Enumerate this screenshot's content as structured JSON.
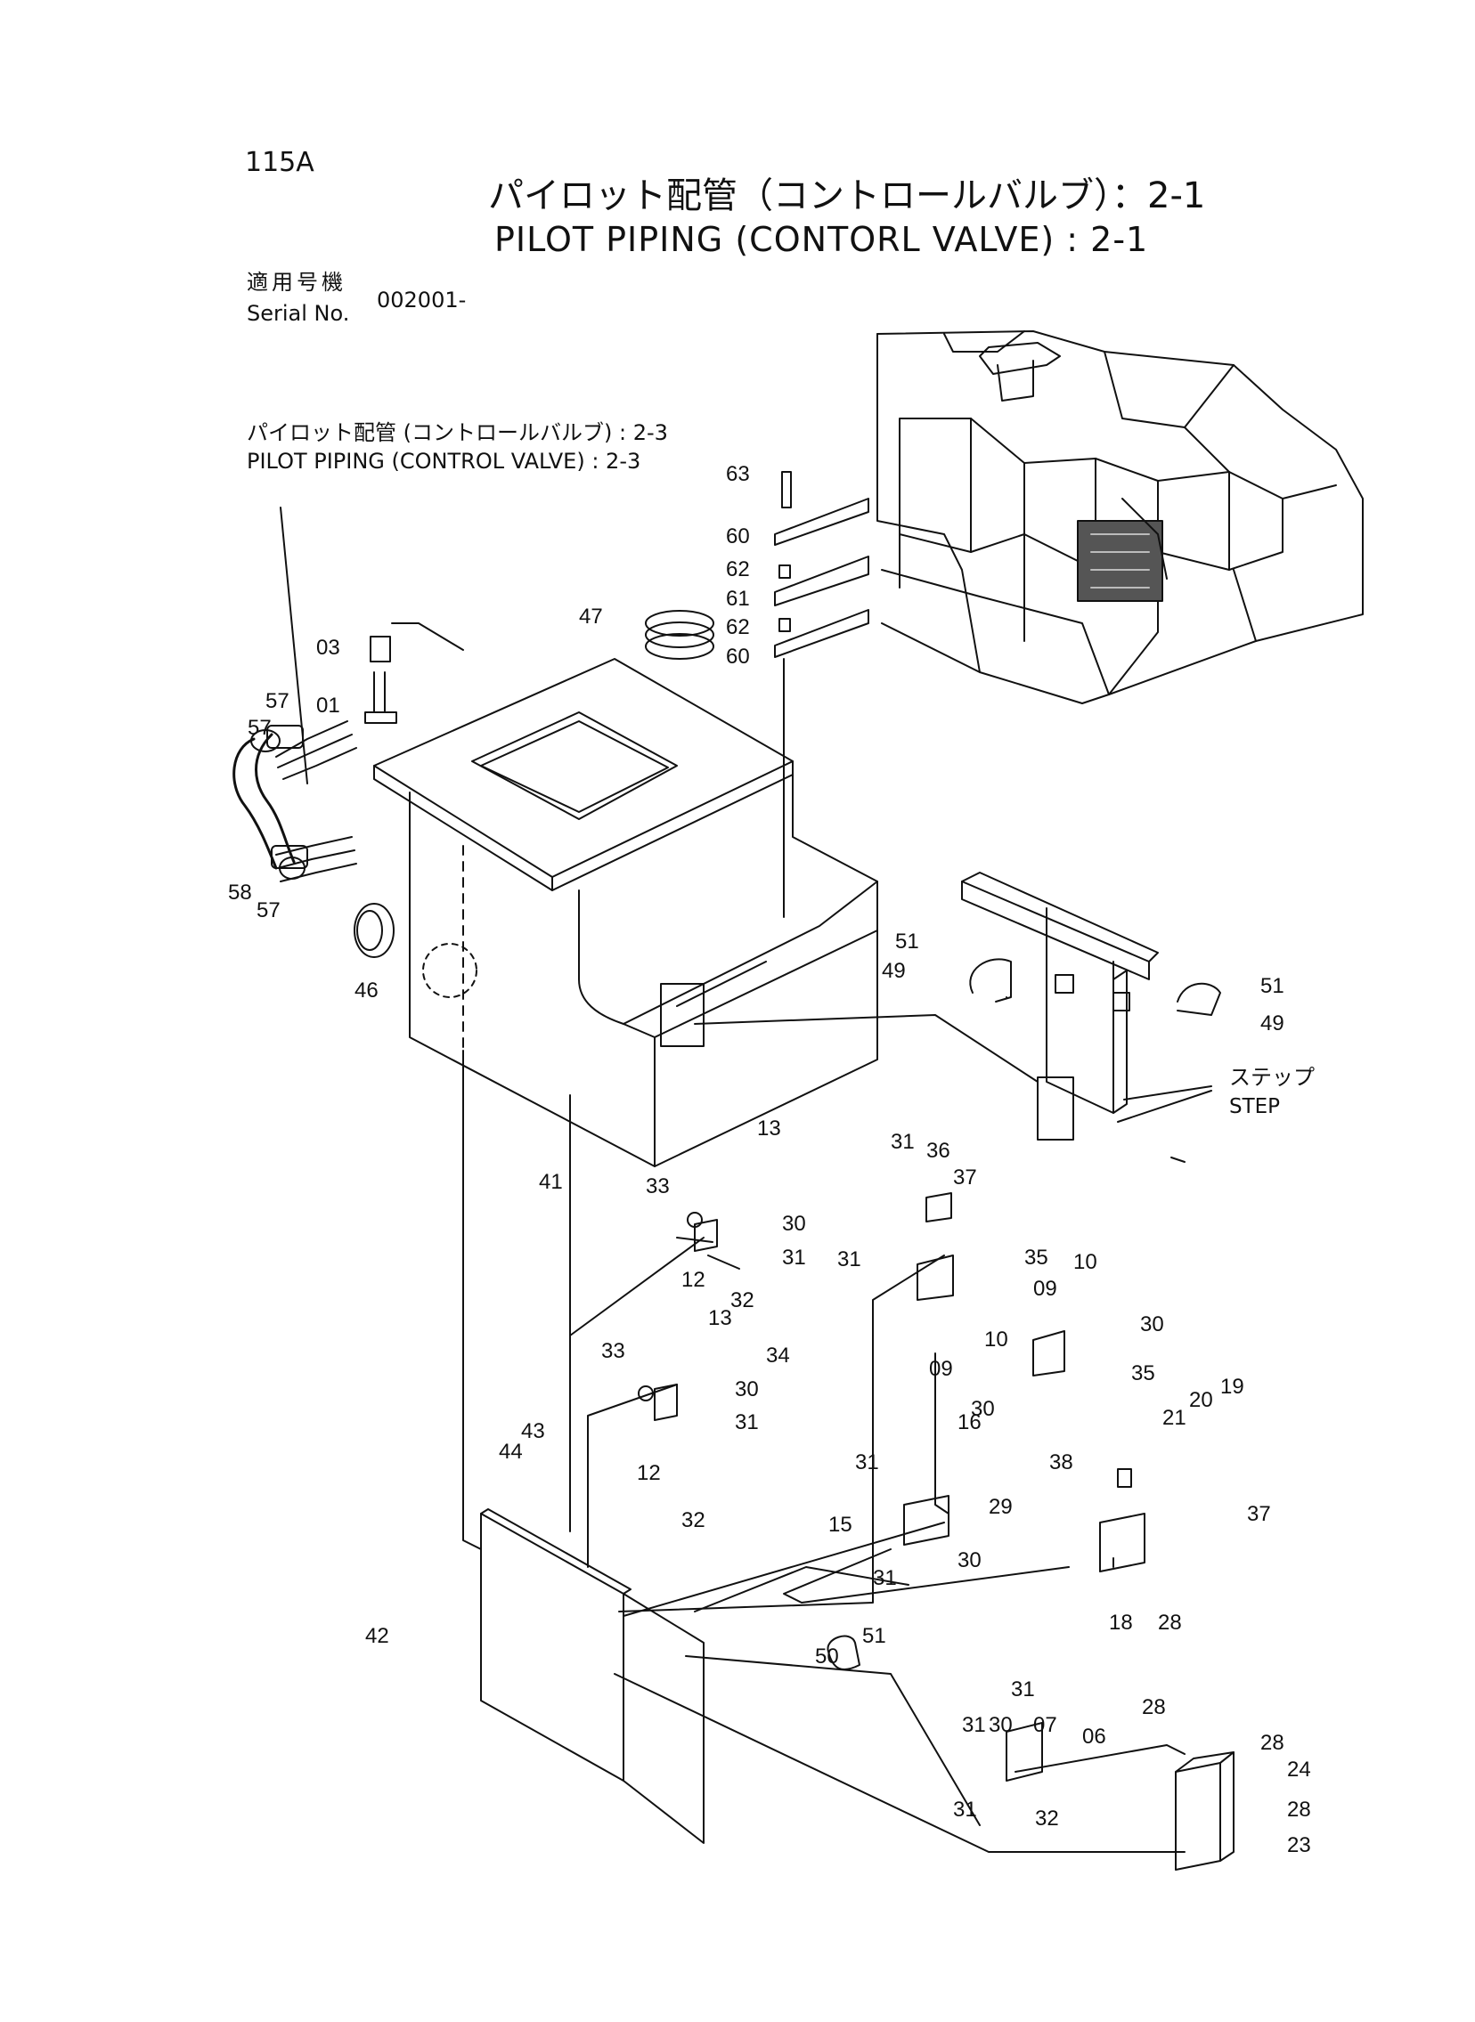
{
  "page_number": "115A",
  "title_jp": "パイロット配管（コントロールバルブ）：2-1",
  "title_en": "PILOT PIPING (CONTORL VALVE) : 2-1",
  "serial_label_jp": "適用号機",
  "serial_label_en": "Serial No.",
  "serial_value": "002001-",
  "reference_jp": "パイロット配管 (コントロールバルブ) : 2-3",
  "reference_en": "PILOT PIPING (CONTROL VALVE) : 2-3",
  "step_jp": "ステップ",
  "step_en": "STEP",
  "part_labels": [
    {
      "id": "63"
    },
    {
      "id": "60"
    },
    {
      "id": "62"
    },
    {
      "id": "61"
    },
    {
      "id": "62"
    },
    {
      "id": "60"
    },
    {
      "id": "47"
    },
    {
      "id": "03"
    },
    {
      "id": "01"
    },
    {
      "id": "57"
    },
    {
      "id": "57"
    },
    {
      "id": "58"
    },
    {
      "id": "57"
    },
    {
      "id": "46"
    },
    {
      "id": "41"
    },
    {
      "id": "51"
    },
    {
      "id": "49"
    },
    {
      "id": "51"
    },
    {
      "id": "49"
    },
    {
      "id": "13"
    },
    {
      "id": "33"
    },
    {
      "id": "30"
    },
    {
      "id": "31"
    },
    {
      "id": "12"
    },
    {
      "id": "32"
    },
    {
      "id": "34"
    },
    {
      "id": "31"
    },
    {
      "id": "36"
    },
    {
      "id": "37"
    },
    {
      "id": "31"
    },
    {
      "id": "35"
    },
    {
      "id": "10"
    },
    {
      "id": "09"
    },
    {
      "id": "09"
    },
    {
      "id": "10"
    },
    {
      "id": "30"
    },
    {
      "id": "35"
    },
    {
      "id": "13"
    },
    {
      "id": "33"
    },
    {
      "id": "30"
    },
    {
      "id": "31"
    },
    {
      "id": "12"
    },
    {
      "id": "32"
    },
    {
      "id": "30"
    },
    {
      "id": "21"
    },
    {
      "id": "20"
    },
    {
      "id": "19"
    },
    {
      "id": "44"
    },
    {
      "id": "43"
    },
    {
      "id": "16"
    },
    {
      "id": "31"
    },
    {
      "id": "15"
    },
    {
      "id": "29"
    },
    {
      "id": "30"
    },
    {
      "id": "38"
    },
    {
      "id": "37"
    },
    {
      "id": "31"
    },
    {
      "id": "18"
    },
    {
      "id": "28"
    },
    {
      "id": "42"
    },
    {
      "id": "50"
    },
    {
      "id": "51"
    },
    {
      "id": "31"
    },
    {
      "id": "30"
    },
    {
      "id": "31"
    },
    {
      "id": "07"
    },
    {
      "id": "06"
    },
    {
      "id": "28"
    },
    {
      "id": "28"
    },
    {
      "id": "24"
    },
    {
      "id": "28"
    },
    {
      "id": "31"
    },
    {
      "id": "32"
    },
    {
      "id": "23"
    }
  ]
}
